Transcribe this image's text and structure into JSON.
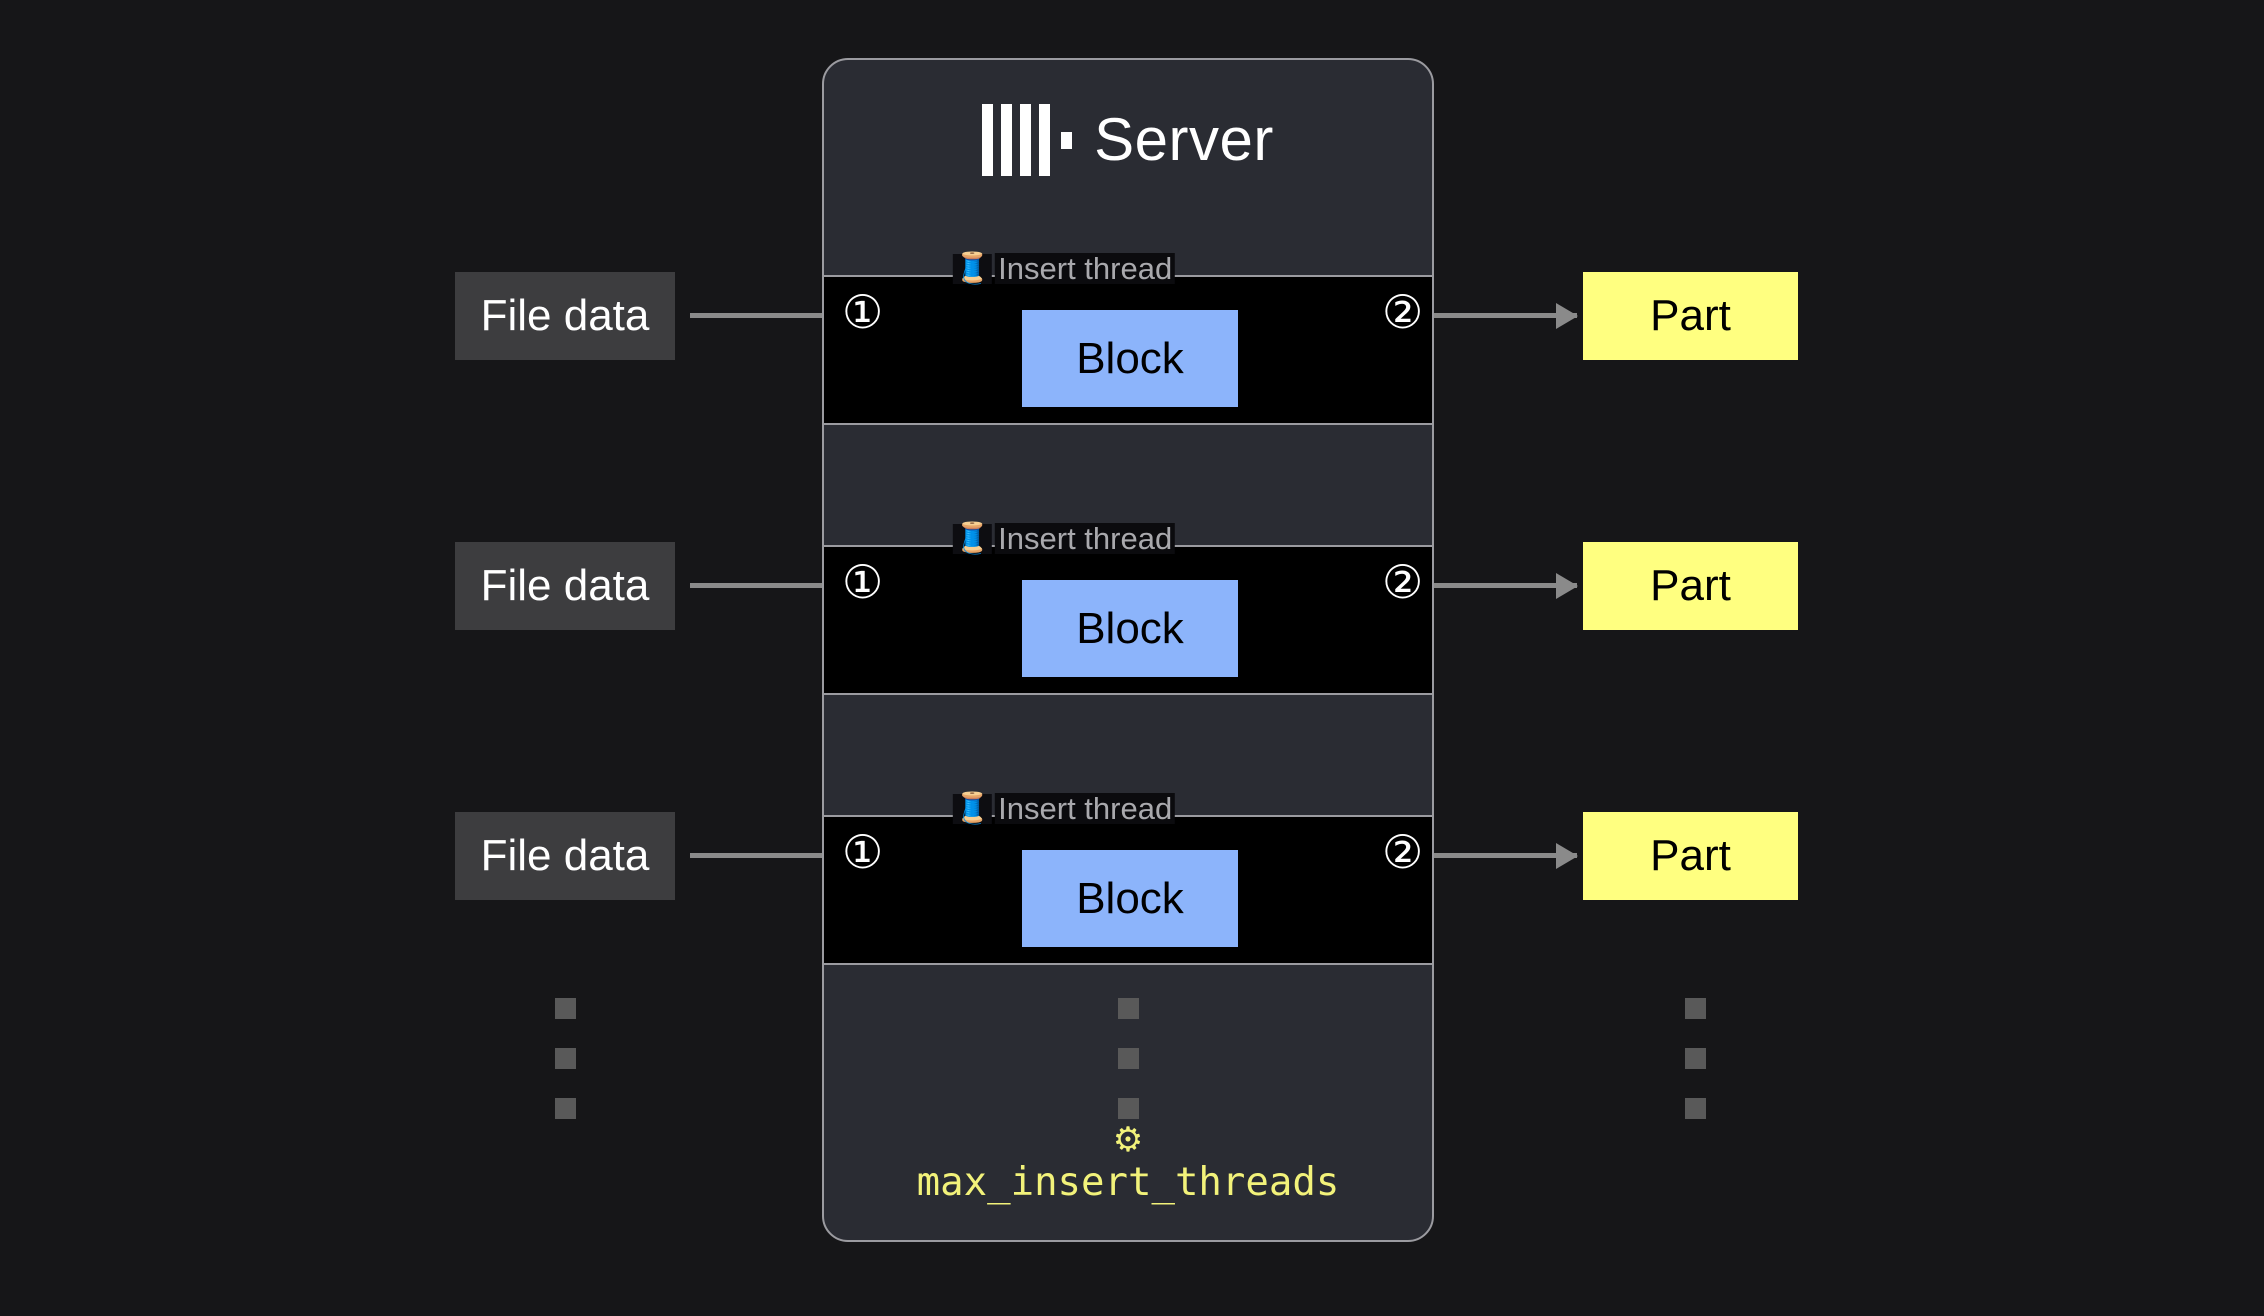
{
  "page": {
    "background_color": "#161618",
    "title": "ClickHouse Server insert threads diagram"
  },
  "server": {
    "title": "Server",
    "logo_icon": "clickhouse-logo",
    "card_background": "#2a2c33",
    "card_border_color": "#9b9ba0"
  },
  "threads": [
    {
      "label": "Insert thread",
      "icon": "🧵",
      "step_in": "①",
      "step_out": "②",
      "block_label": "Block",
      "block_color": "#8cb4fb",
      "input_label": "File data",
      "input_color": "#3d3d3f",
      "output_label": "Part",
      "output_color": "#ffff80"
    },
    {
      "label": "Insert thread",
      "icon": "🧵",
      "step_in": "①",
      "step_out": "②",
      "block_label": "Block",
      "block_color": "#8cb4fb",
      "input_label": "File data",
      "input_color": "#3d3d3f",
      "output_label": "Part",
      "output_color": "#ffff80"
    },
    {
      "label": "Insert thread",
      "icon": "🧵",
      "step_in": "①",
      "step_out": "②",
      "block_label": "Block",
      "block_color": "#8cb4fb",
      "input_label": "File data",
      "input_color": "#3d3d3f",
      "output_label": "Part",
      "output_color": "#ffff80"
    }
  ],
  "ellipsis": {
    "squares": [
      "",
      "",
      ""
    ],
    "color": "#595959"
  },
  "setting": {
    "icon": "⚙",
    "name": "max_insert_threads",
    "color": "#f2f27a"
  }
}
